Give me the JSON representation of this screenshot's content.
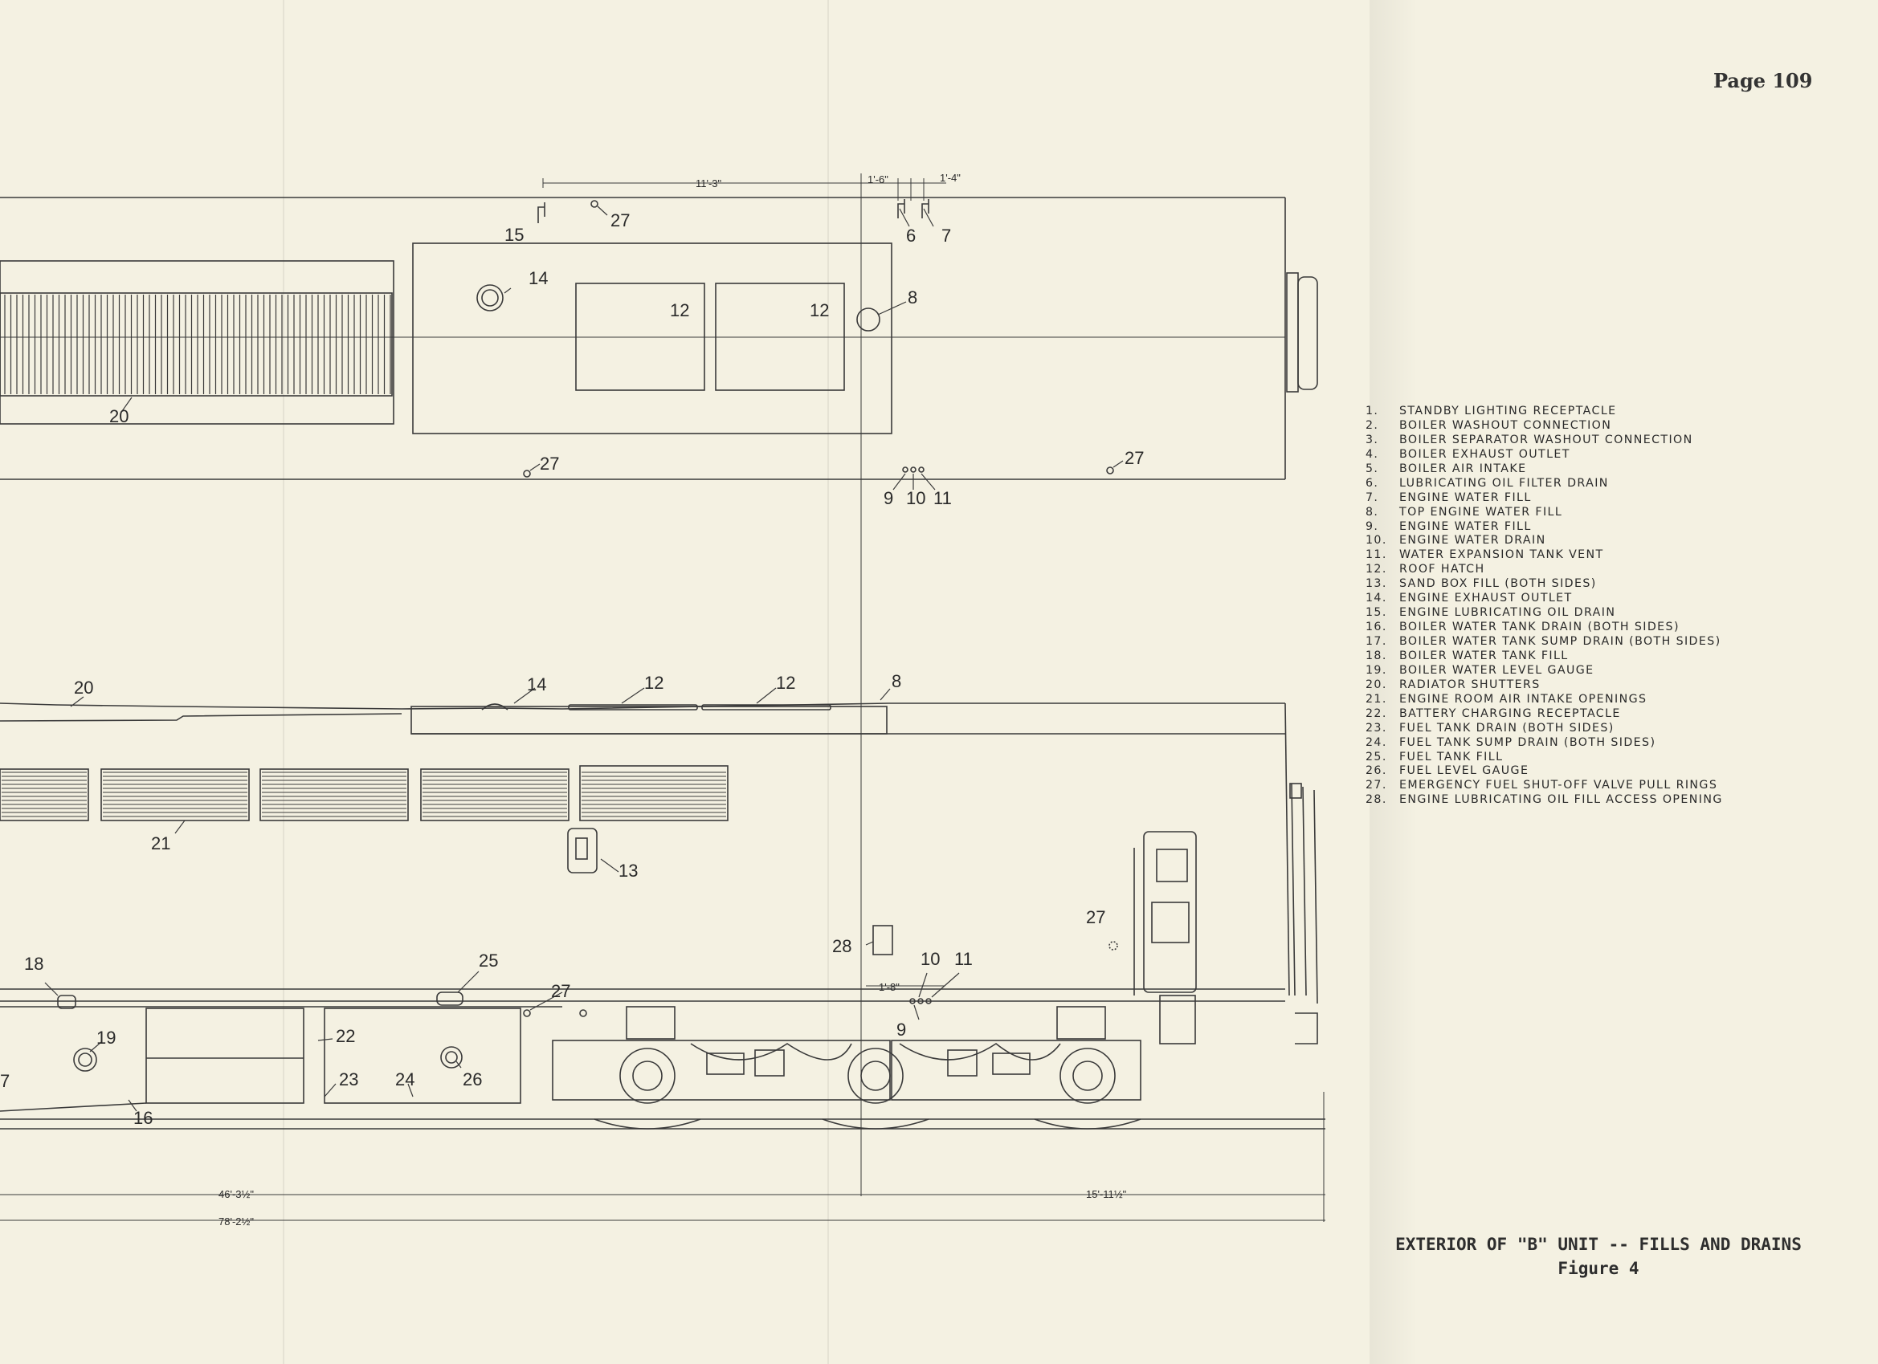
{
  "page_number": "Page 109",
  "caption": {
    "title": "EXTERIOR OF \"B\" UNIT -- FILLS AND DRAINS",
    "figure": "Figure 4"
  },
  "legend": [
    {
      "num": "1.",
      "text": "STANDBY LIGHTING RECEPTACLE"
    },
    {
      "num": "2.",
      "text": "BOILER WASHOUT CONNECTION"
    },
    {
      "num": "3.",
      "text": "BOILER SEPARATOR WASHOUT CONNECTION"
    },
    {
      "num": "4.",
      "text": "BOILER EXHAUST OUTLET"
    },
    {
      "num": "5.",
      "text": "BOILER AIR INTAKE"
    },
    {
      "num": "6.",
      "text": "LUBRICATING OIL FILTER DRAIN"
    },
    {
      "num": "7.",
      "text": "ENGINE WATER FILL"
    },
    {
      "num": "8.",
      "text": "TOP ENGINE WATER FILL"
    },
    {
      "num": "9.",
      "text": "ENGINE WATER FILL"
    },
    {
      "num": "10.",
      "text": "ENGINE WATER DRAIN"
    },
    {
      "num": "11.",
      "text": "WATER EXPANSION TANK VENT"
    },
    {
      "num": "12.",
      "text": "ROOF HATCH"
    },
    {
      "num": "13.",
      "text": "SAND BOX FILL (BOTH SIDES)"
    },
    {
      "num": "14.",
      "text": "ENGINE EXHAUST OUTLET"
    },
    {
      "num": "15.",
      "text": "ENGINE LUBRICATING OIL DRAIN"
    },
    {
      "num": "16.",
      "text": "BOILER WATER TANK DRAIN (BOTH SIDES)"
    },
    {
      "num": "17.",
      "text": "BOILER WATER TANK SUMP DRAIN (BOTH SIDES)"
    },
    {
      "num": "18.",
      "text": "BOILER WATER TANK FILL"
    },
    {
      "num": "19.",
      "text": "BOILER WATER LEVEL GAUGE"
    },
    {
      "num": "20.",
      "text": "RADIATOR SHUTTERS"
    },
    {
      "num": "21.",
      "text": "ENGINE ROOM AIR INTAKE OPENINGS"
    },
    {
      "num": "22.",
      "text": "BATTERY CHARGING RECEPTACLE"
    },
    {
      "num": "23.",
      "text": "FUEL TANK DRAIN (BOTH SIDES)"
    },
    {
      "num": "24.",
      "text": "FUEL TANK SUMP DRAIN (BOTH SIDES)"
    },
    {
      "num": "25.",
      "text": "FUEL TANK FILL"
    },
    {
      "num": "26.",
      "text": "FUEL LEVEL GAUGE"
    },
    {
      "num": "27.",
      "text": "EMERGENCY FUEL SHUT-OFF VALVE PULL RINGS"
    },
    {
      "num": "28.",
      "text": "ENGINE LUBRICATING OIL FILL ACCESS OPENING"
    }
  ],
  "top_view": {
    "dimensions": {
      "d1": "11'-3\"",
      "d2": "1'-6\"",
      "d3": "1'-4\""
    },
    "callouts": {
      "c15": "15",
      "c27a": "27",
      "c6": "6",
      "c7": "7",
      "c14": "14",
      "c12a": "12",
      "c12b": "12",
      "c8": "8",
      "c20": "20",
      "c27b": "27",
      "c27c": "27",
      "c9": "9",
      "c10": "10",
      "c11": "11"
    }
  },
  "side_view": {
    "dimensions": {
      "d1": "1'-8\"",
      "d2": "46'-3½\"",
      "d3": "78'-2½\"",
      "d4": "15'-11½\""
    },
    "callouts": {
      "c20": "20",
      "c14": "14",
      "c12a": "12",
      "c12b": "12",
      "c8": "8",
      "c21": "21",
      "c13": "13",
      "c27a": "27",
      "c28": "28",
      "c10": "10",
      "c11": "11",
      "c18": "18",
      "c25": "25",
      "c27b": "27",
      "c9": "9",
      "c19": "19",
      "c22": "22",
      "c7": "7",
      "c23": "23",
      "c24": "24",
      "c26": "26",
      "c16": "16"
    }
  }
}
